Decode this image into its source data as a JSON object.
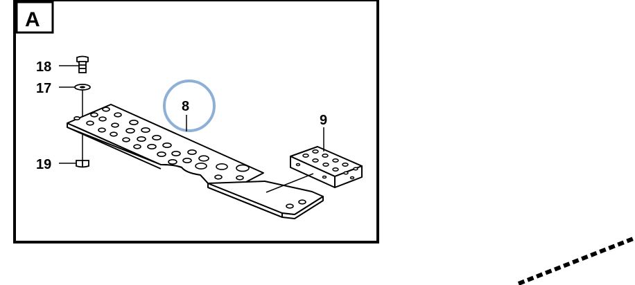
{
  "section_label": "A",
  "callouts": {
    "bolt": "18",
    "washer": "17",
    "nut": "19",
    "step_plate": "8",
    "block": "9"
  },
  "colors": {
    "line": "#000000",
    "highlight_ring": "#8fb0d6",
    "background": "#ffffff"
  },
  "highlighted_callout": "8"
}
